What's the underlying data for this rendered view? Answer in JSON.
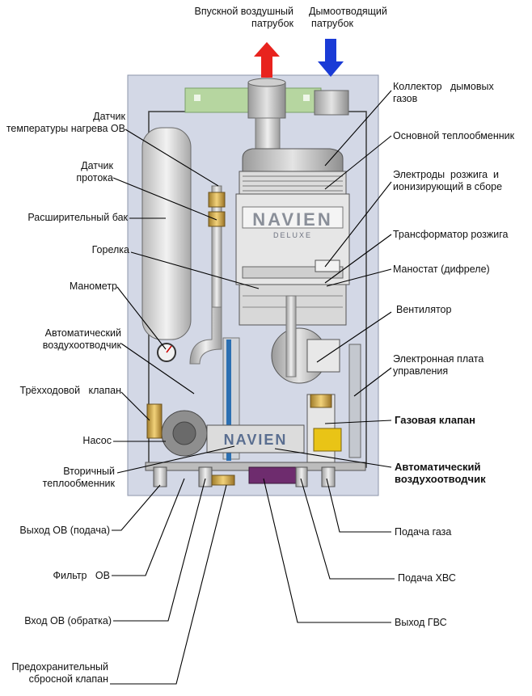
{
  "labels": {
    "intake_pipe": [
      "Впускной воздушный",
      "патрубок"
    ],
    "flue_pipe": [
      "Дымоотводящий",
      "патрубок"
    ],
    "flue_collector": [
      "Коллектор   дымовых",
      "газов"
    ],
    "main_hex": "Основной теплообменник",
    "electrodes": [
      "Электроды  розжига  и",
      "ионизирующий в сборе"
    ],
    "ignition_transformer": "Трансформатор розжига",
    "manostat": "Маностат (дифреле)",
    "fan": "Вентилятор",
    "control_board": [
      "Электронная плата",
      "управления"
    ],
    "gas_valve": "Газовая клапан",
    "auto_vent_bottom": [
      "Автоматический",
      "воздухоотводчик"
    ],
    "temp_sensor": [
      "Датчик",
      "температуры нагрева ОВ"
    ],
    "flow_sensor": [
      "Датчик",
      "протока"
    ],
    "expansion_tank": "Расширительный бак",
    "burner": "Горелка",
    "manometer": "Манометр",
    "auto_vent_left": [
      "Автоматический",
      "воздухоотводчик"
    ],
    "three_way_valve": "Трёхходовой   клапан",
    "pump": "Насос",
    "secondary_hex": [
      "Вторичный",
      "теплообменник"
    ],
    "heating_out": "Выход ОВ (подача)",
    "filter": "Фильтр   ОВ",
    "heating_in": "Вход ОВ (обратка)",
    "safety_valve": [
      "Предохранительный",
      "сбросной клапан"
    ],
    "gas_supply": "Подача газа",
    "cold_water_in": "Подача ХВС",
    "hot_water_out": "Выход ГВС"
  },
  "brand": {
    "logo": "NAVIEN",
    "model": "DELUXE",
    "pump_logo": "NAVIEN"
  },
  "colors": {
    "up_arrow": "#e8231e",
    "down_arrow": "#1a3bd6",
    "panel": "#d3d8e6",
    "bracket": "#b6d6a0",
    "magenta": "#6e2c6e"
  }
}
